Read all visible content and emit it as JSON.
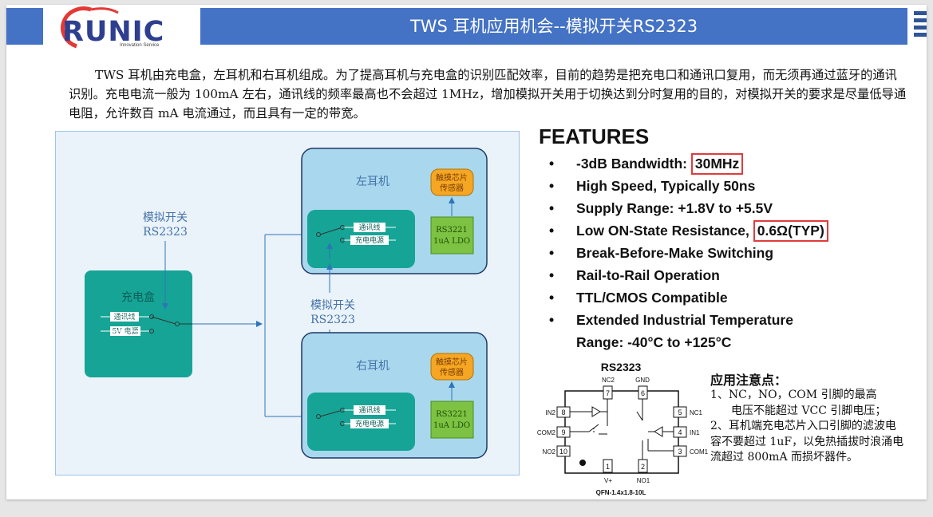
{
  "header": {
    "title": "TWS 耳机应用机会--模拟开关RS2323",
    "logo_text": "RUNIC",
    "logo_tagline": "Innovation Service"
  },
  "intro": "TWS 耳机由充电盒，左耳机和右耳机组成。为了提高耳机与充电盒的识别匹配效率，目前的趋势是把充电口和通讯口复用，而无须再通过蓝牙的通讯识别。充电电流一般为 100mA 左右，通讯线的频率最高也不会超过 1MHz，增加模拟开关用于切换达到分时复用的目的，对模拟开关的要求是尽量低导通电阻，允许数百 mA 电流通过，而且具有一定的带宽。",
  "diagram": {
    "switch_label_1": "模拟开关",
    "switch_part_1": "RS2323",
    "switch_label_2": "模拟开关",
    "switch_part_2": "RS2323",
    "charge_box": "充电盒",
    "comm_line": "通讯线",
    "power_5v": "5V 电源",
    "left_ear": "左耳机",
    "right_ear": "右耳机",
    "ear_comm": "通讯线",
    "ear_power": "充电电源",
    "touch_chip_1": "触摸芯片",
    "touch_chip_2": "传感器",
    "ldo_1": "RS3221",
    "ldo_2": "1uA  LDO"
  },
  "features": {
    "title": "FEATURES",
    "items": [
      {
        "text": "-3dB Bandwidth: ",
        "highlight": "30MHz"
      },
      {
        "text": "High Speed, Typically 50ns",
        "highlight": ""
      },
      {
        "text": "Supply Range: +1.8V to +5.5V",
        "highlight": ""
      },
      {
        "text": "Low ON-State Resistance, ",
        "highlight": "0.6Ω(TYP)"
      },
      {
        "text": "Break-Before-Make Switching",
        "highlight": ""
      },
      {
        "text": "Rail-to-Rail Operation",
        "highlight": ""
      },
      {
        "text": "TTL/CMOS Compatible",
        "highlight": ""
      },
      {
        "text": "Extended Industrial Temperature",
        "highlight": ""
      }
    ],
    "continuation": "Range: -40°C to +125°C",
    "bullet": "•"
  },
  "package": {
    "name": "RS2323",
    "pins_top": [
      {
        "name": "NC2",
        "num": "7"
      },
      {
        "name": "GND",
        "num": "6"
      }
    ],
    "pins_left": [
      {
        "name": "IN2",
        "num": "8"
      },
      {
        "name": "COM2",
        "num": "9"
      },
      {
        "name": "NO2",
        "num": "10"
      }
    ],
    "pins_right": [
      {
        "name": "NC1",
        "num": "5"
      },
      {
        "name": "IN1",
        "num": "4"
      },
      {
        "name": "COM1",
        "num": "3"
      }
    ],
    "pins_bottom": [
      {
        "name": "V+",
        "num": "1"
      },
      {
        "name": "NO1",
        "num": "2"
      }
    ],
    "footprint": "QFN-1.4x1.8-10L"
  },
  "notes": {
    "title": "应用注意点：",
    "n1a": "1、NC，NO，COM 引脚的最高",
    "n1b": "电压不能超过 VCC 引脚电压；",
    "n2": "2、耳机端充电芯片入口引脚的滤波电容不要超过 1uF，以免热插拔时浪涌电流超过 800mA 而损坏器件。"
  },
  "colors": {
    "header_blue": "#4472c4",
    "teal": "#16a496",
    "ear_bg": "#a9d8ee",
    "orange": "#f5a623",
    "green": "#7dc242",
    "highlight_red": "#e03c3c"
  }
}
